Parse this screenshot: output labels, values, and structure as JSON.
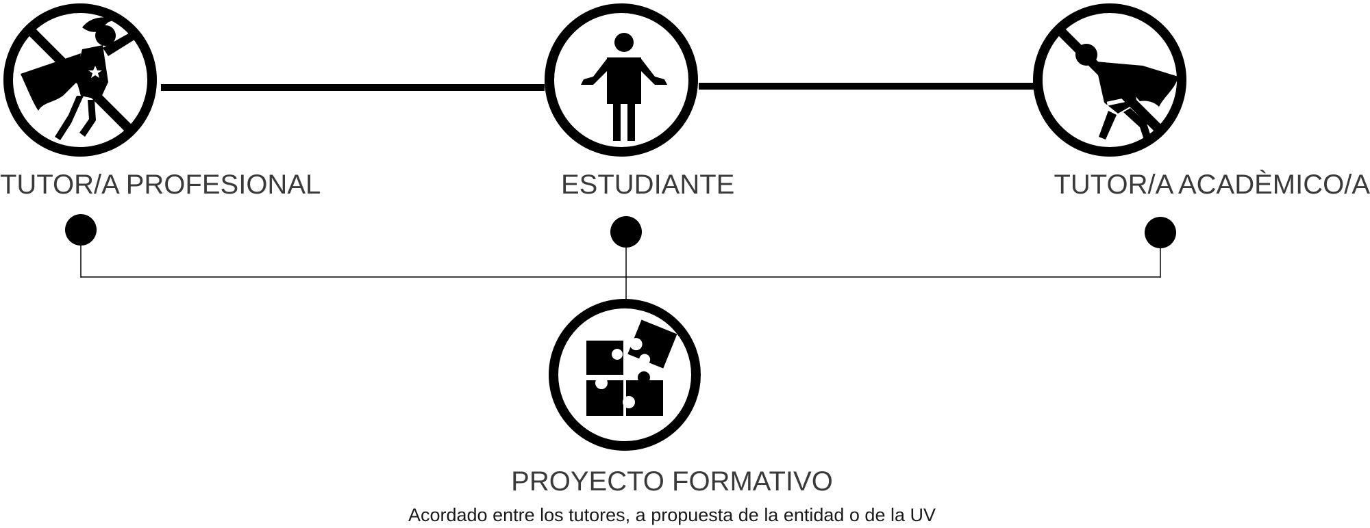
{
  "diagram": {
    "nodes": [
      {
        "id": "tutor-profesional",
        "label": "TUTOR/A PROFESIONAL",
        "icon": "superhero-woman-icon"
      },
      {
        "id": "estudiante",
        "label": "ESTUDIANTE",
        "icon": "person-icon"
      },
      {
        "id": "tutor-academico",
        "label": "TUTOR/A ACADÈMICO/A",
        "icon": "superhero-man-icon"
      }
    ],
    "result": {
      "label": "PROYECTO FORMATIVO",
      "description": "Acordado entre los tutores, a propuesta de la entidad o de la UV",
      "icon": "puzzle-pieces-icon"
    },
    "colors": {
      "stroke": "#000000",
      "text": "#3a3a3a",
      "background": "#ffffff"
    }
  }
}
